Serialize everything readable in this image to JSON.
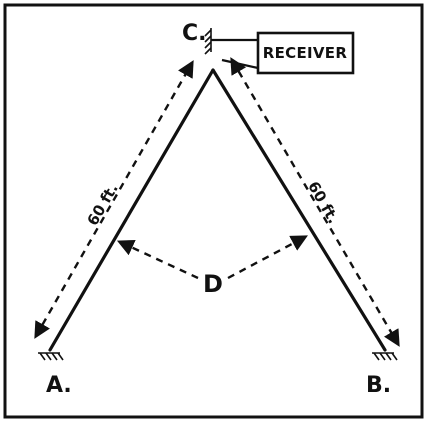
{
  "points": {
    "a": "A.",
    "b": "B.",
    "c": "C."
  },
  "receiver_label": "RECEIVER",
  "distance_left": "60 ft.",
  "distance_right": "60 ft.",
  "angle_label": "D"
}
